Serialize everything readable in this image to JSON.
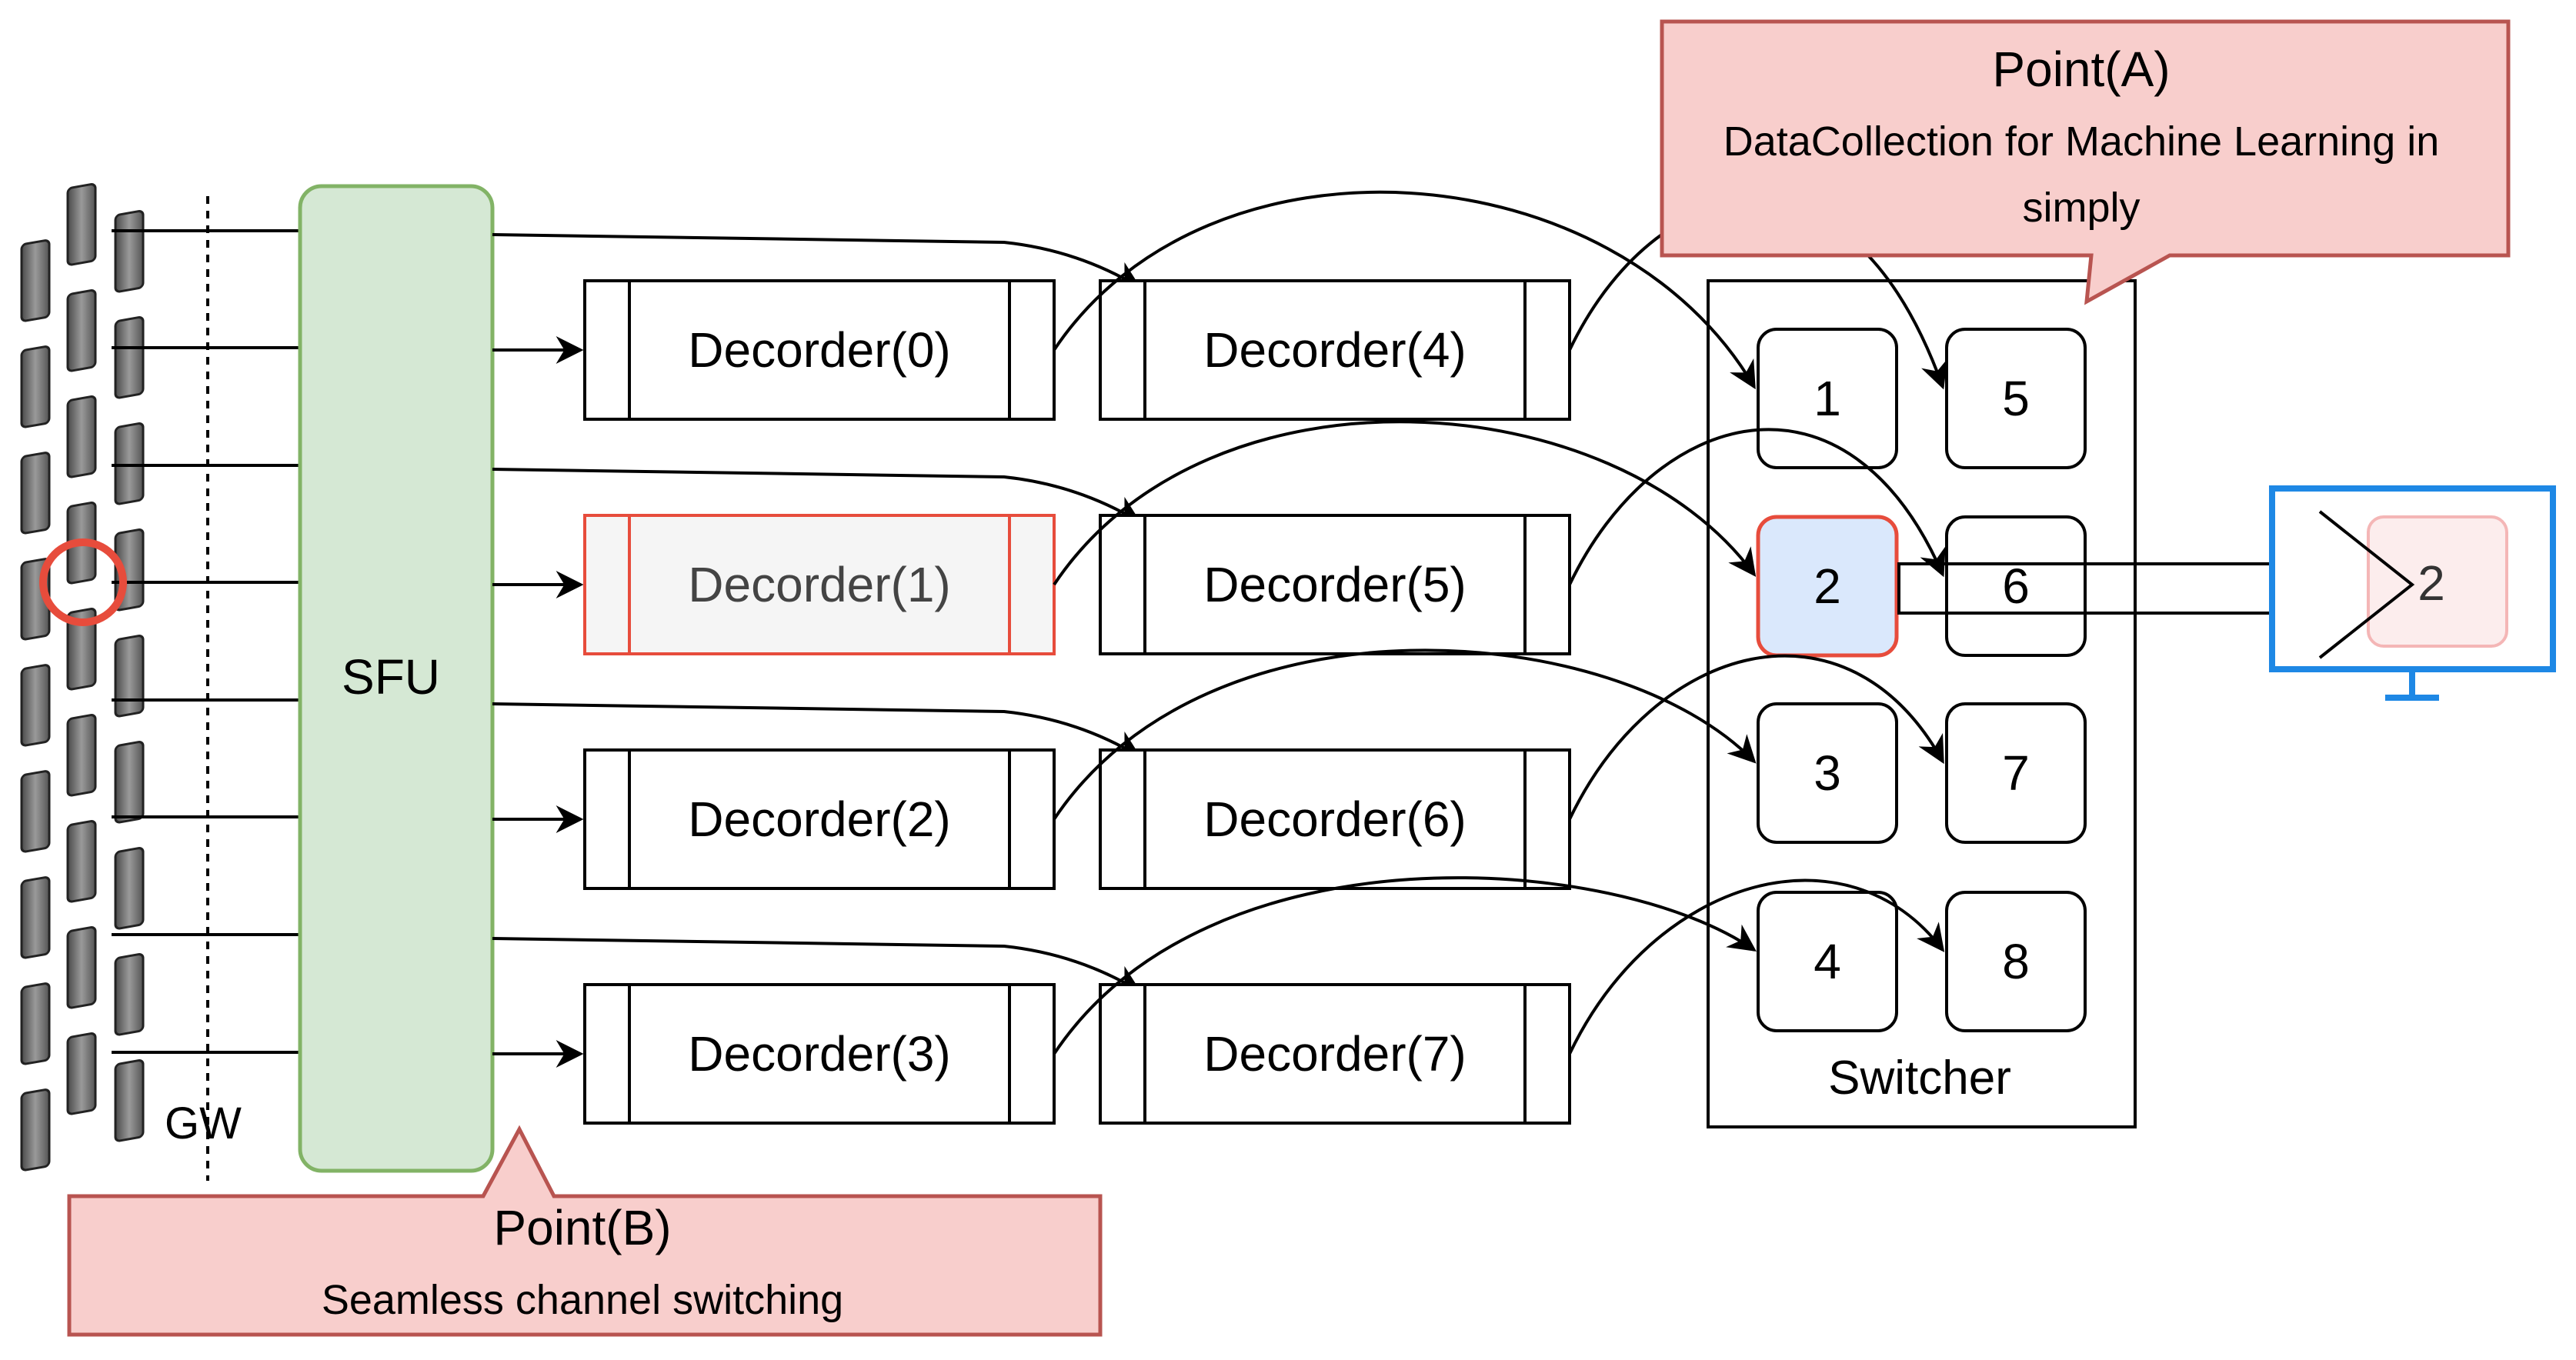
{
  "labels": {
    "sfu": "SFU",
    "gw": "GW",
    "switcher": "Switcher",
    "monitor_channel": "2"
  },
  "decoders": [
    {
      "label": "Decorder(0)",
      "highlighted": false
    },
    {
      "label": "Decorder(1)",
      "highlighted": true
    },
    {
      "label": "Decorder(2)",
      "highlighted": false
    },
    {
      "label": "Decorder(3)",
      "highlighted": false
    },
    {
      "label": "Decorder(4)",
      "highlighted": false
    },
    {
      "label": "Decorder(5)",
      "highlighted": false
    },
    {
      "label": "Decorder(6)",
      "highlighted": false
    },
    {
      "label": "Decorder(7)",
      "highlighted": false
    }
  ],
  "switcher_channels": [
    "1",
    "2",
    "3",
    "4",
    "5",
    "6",
    "7",
    "8"
  ],
  "selected_channel": "2",
  "callouts": {
    "point_a": {
      "title": "Point(A)",
      "line1": "DataCollection for Machine Learning in",
      "line2": "simply"
    },
    "point_b": {
      "title": "Point(B)",
      "line1": "Seamless channel switching"
    }
  },
  "colors": {
    "sfu_fill": "#d5e8d4",
    "sfu_stroke": "#82b366",
    "callout_fill": "#f8cecc",
    "callout_stroke": "#b85450",
    "highlight_red": "#e74c3c",
    "selected_fill": "#dae8fc",
    "monitor_blue": "#1e88e5",
    "decoder_disabled_fill": "#f5f5f5"
  }
}
